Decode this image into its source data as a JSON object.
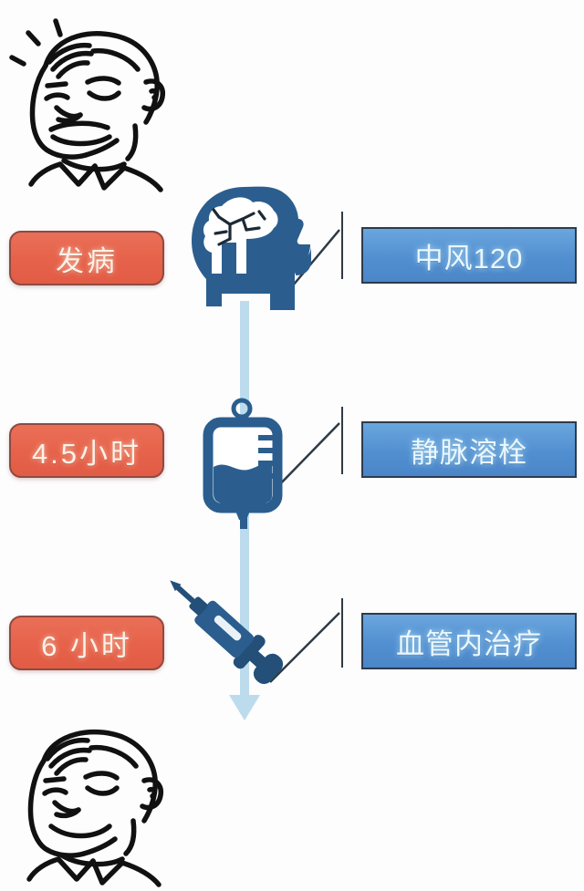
{
  "page": {
    "title": "卒中救治时间窗口流程图",
    "background_color": "#fdfdfd"
  },
  "colors": {
    "red_chip_fill": "#e6624a",
    "red_chip_border": "#8e4a42",
    "red_chip_text": "#fdf1e6",
    "blue_chip_fill": "#528fd0",
    "blue_chip_border": "#2d3b4e",
    "blue_chip_text": "#e9f7ff",
    "icon_blue": "#2b5e8e",
    "icon_blue_dark": "#234f78",
    "spine_blue": "#bcdcee",
    "leader_line": "#2f3a44",
    "sketch_black": "#111111"
  },
  "timeline": {
    "spine_label": "vertical-progress-arrow",
    "steps": [
      {
        "time_label": "发病",
        "icon": "head-brain-icon",
        "icon_label": "头部大脑",
        "treatment_label": "中风120"
      },
      {
        "time_label": "4.5小时",
        "icon": "iv-bag-icon",
        "icon_label": "输液袋",
        "treatment_label": "静脉溶栓"
      },
      {
        "time_label": "6 小时",
        "icon": "syringe-icon",
        "icon_label": "注射器",
        "treatment_label": "血管内治疗"
      }
    ]
  },
  "illustrations": {
    "top_face": {
      "name": "distressed-elderly-man-face",
      "description": "痛苦表情老人线条画"
    },
    "bottom_face": {
      "name": "recovered-elderly-man-face",
      "description": "康复微笑老人线条画"
    }
  }
}
